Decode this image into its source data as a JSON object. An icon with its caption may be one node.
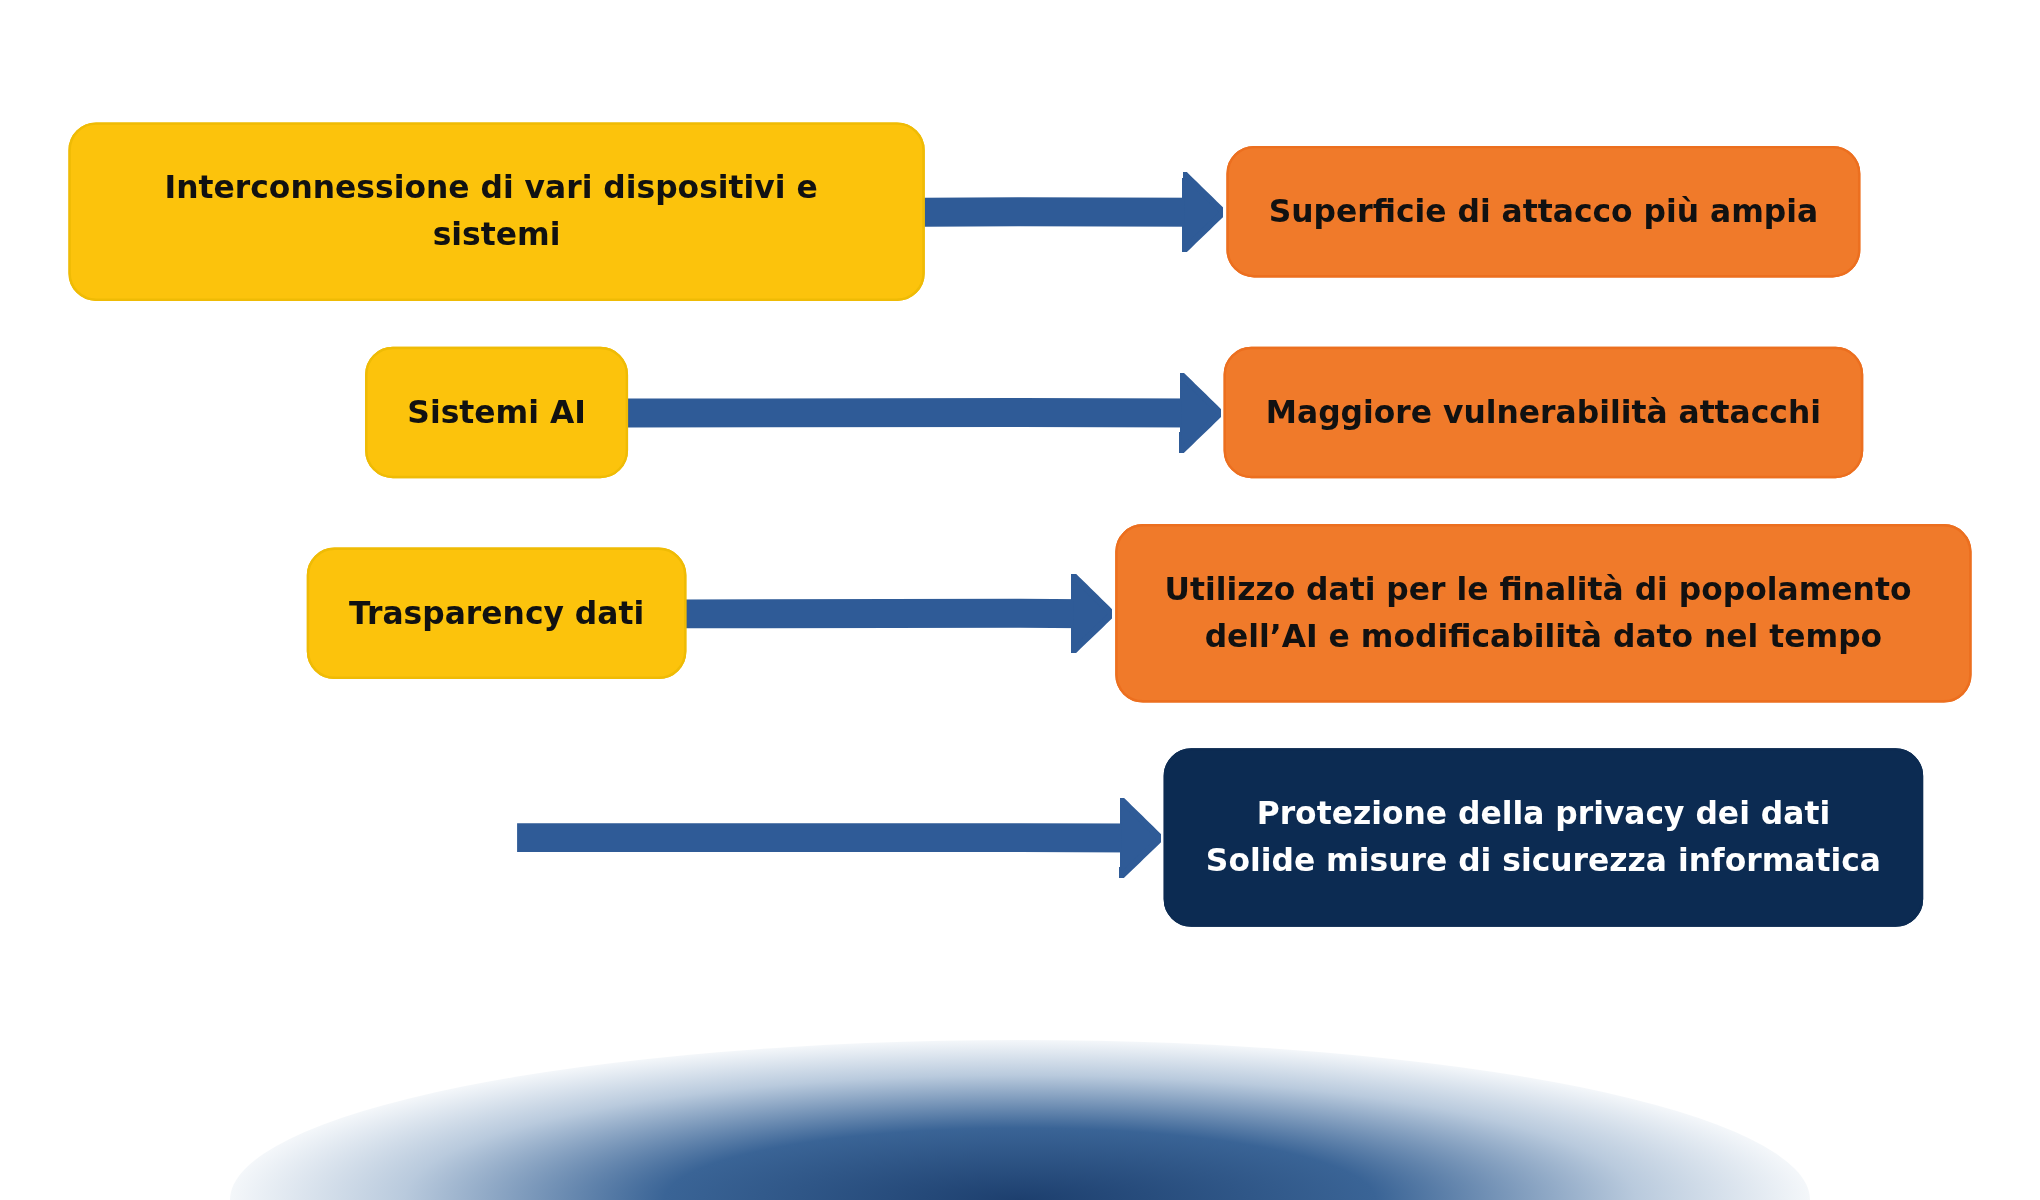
{
  "diagram": {
    "nodes": [
      {
        "text": [
          "Interconnessione di vari dispositivi e sistemi"
        ]
      },
      {
        "text": [
          "Superficie di attacco più ampia"
        ]
      },
      {
        "text": [
          "Sistemi AI"
        ]
      },
      {
        "text": [
          "Maggiore vulnerabilità attacchi"
        ]
      },
      {
        "text": [
          "Trasparency dati"
        ]
      },
      {
        "text": [
          "Utilizzo dati per le finalità di popolamento dell’AI e modificabilità dato nel tempo"
        ]
      },
      {
        "text": [
          "Protezione della privacy dei dati",
          "Solide misure di sicurezza informatica"
        ]
      }
    ],
    "edges": [
      {
        "from": 0,
        "to": 1,
        "arrow": "to"
      },
      {
        "from": 2,
        "to": 3,
        "arrow": "to"
      },
      {
        "from": 4,
        "to": 5,
        "arrow": "to"
      },
      {
        "from": null,
        "to": 6,
        "arrow": "to"
      }
    ]
  }
}
